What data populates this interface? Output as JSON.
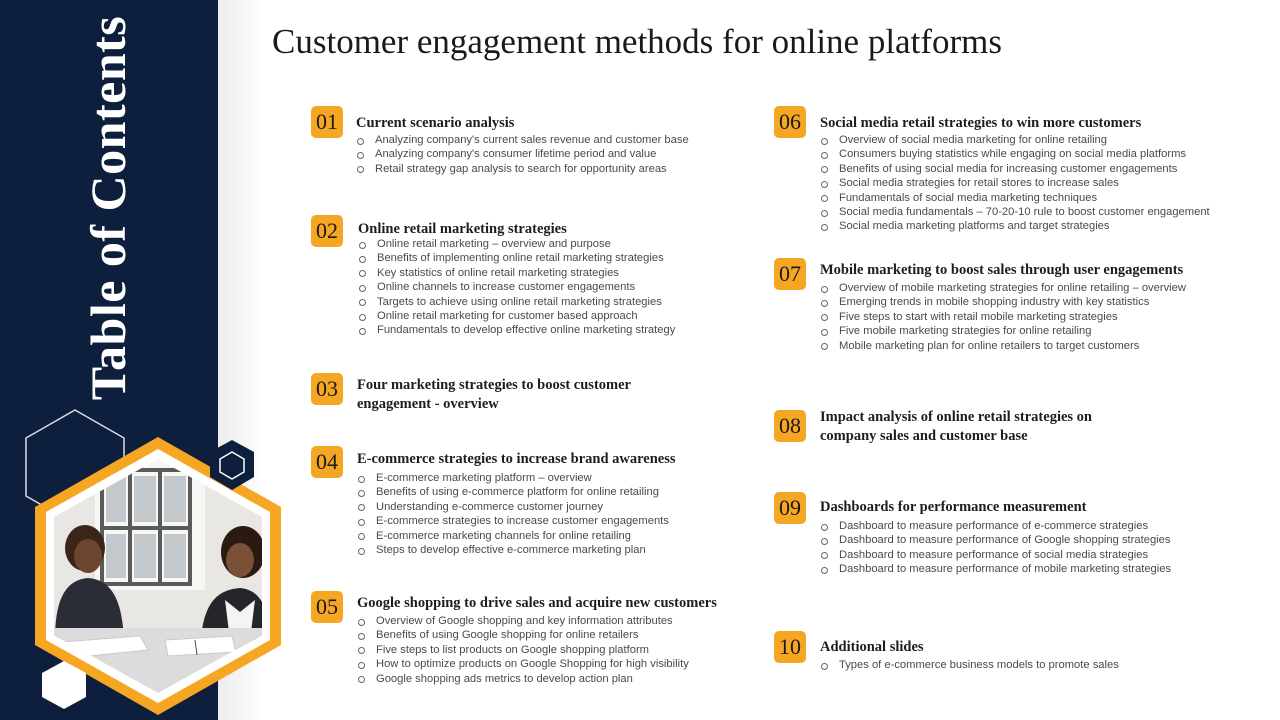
{
  "sidebar": {
    "title": "Table of Contents"
  },
  "header": {
    "title": "Customer engagement methods for online platforms"
  },
  "colors": {
    "navy": "#0d1f3c",
    "accent": "#f5a623"
  },
  "sections": [
    {
      "number": "01",
      "title": "Current scenario analysis",
      "items": [
        "Analyzing company's current sales revenue and customer base",
        "Analyzing company's consumer lifetime period and value",
        "Retail strategy gap analysis to search for opportunity areas"
      ]
    },
    {
      "number": "02",
      "title": "Online retail marketing strategies",
      "items": [
        "Online retail marketing – overview and purpose",
        "Benefits of implementing online retail marketing strategies",
        "Key statistics of online retail marketing strategies",
        "Online channels to increase customer engagements",
        "Targets to achieve using online retail marketing strategies",
        "Online retail marketing for customer based approach",
        "Fundamentals to develop effective online marketing strategy"
      ]
    },
    {
      "number": "03",
      "title": "Four marketing strategies to boost customer engagement - overview",
      "items": []
    },
    {
      "number": "04",
      "title": "E-commerce strategies to increase brand awareness",
      "items": [
        "E-commerce marketing platform – overview",
        "Benefits of using e-commerce platform for online retailing",
        "Understanding e-commerce customer journey",
        "E-commerce strategies to increase customer engagements",
        "E-commerce marketing channels for online retailing",
        "Steps to develop effective e-commerce marketing plan"
      ]
    },
    {
      "number": "05",
      "title": "Google shopping to drive sales and acquire new customers",
      "items": [
        "Overview of Google shopping and key information attributes",
        "Benefits of using Google shopping for online retailers",
        "Five steps to list products on Google shopping platform",
        "How to optimize products on Google Shopping for high visibility",
        "Google shopping ads metrics to develop action plan"
      ]
    },
    {
      "number": "06",
      "title": "Social media retail strategies to win more customers",
      "items": [
        "Overview of social media marketing for online retailing",
        "Consumers buying statistics while engaging on social media platforms",
        "Benefits of using social media for increasing customer engagements",
        "Social media strategies for retail stores to increase sales",
        "Fundamentals of social media marketing techniques",
        "Social media fundamentals – 70-20-10 rule to boost customer engagement",
        "Social media marketing platforms and target strategies"
      ]
    },
    {
      "number": "07",
      "title": "Mobile marketing to boost sales through user engagements",
      "items": [
        "Overview of mobile marketing strategies for online retailing – overview",
        "Emerging trends in mobile shopping industry with key statistics",
        "Five steps to start with retail mobile marketing strategies",
        "Five mobile marketing strategies for online retailing",
        "Mobile marketing plan for online retailers to target customers"
      ]
    },
    {
      "number": "08",
      "title": "Impact analysis of online retail strategies on company sales and customer base",
      "items": []
    },
    {
      "number": "09",
      "title": "Dashboards for performance measurement",
      "items": [
        "Dashboard to measure performance of e-commerce strategies",
        "Dashboard to measure performance of Google shopping strategies",
        "Dashboard to measure performance of social media strategies",
        "Dashboard to measure performance of mobile marketing strategies"
      ]
    },
    {
      "number": "10",
      "title": "Additional slides",
      "items": [
        "Types of e-commerce business models to promote sales"
      ]
    }
  ]
}
